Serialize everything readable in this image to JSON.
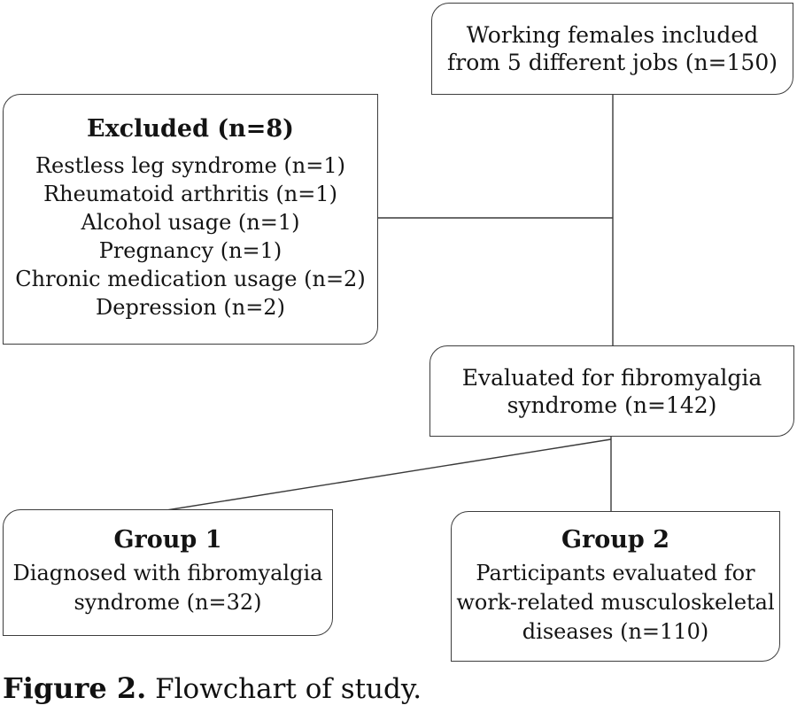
{
  "flowchart": {
    "top_box": {
      "lines": [
        "Working females included",
        "from 5 different jobs (n=150)"
      ]
    },
    "excluded_box": {
      "title": "Excluded (n=8)",
      "items": [
        "Restless leg syndrome (n=1)",
        "Rheumatoid arthritis (n=1)",
        "Alcohol usage (n=1)",
        "Pregnancy (n=1)",
        "Chronic medication usage (n=2)",
        "Depression (n=2)"
      ]
    },
    "evaluated_box": {
      "lines": [
        "Evaluated for fibromyalgia",
        "syndrome (n=142)"
      ]
    },
    "group1_box": {
      "title": "Group 1",
      "lines": [
        "Diagnosed with fibromyalgia",
        "syndrome (n=32)"
      ]
    },
    "group2_box": {
      "title": "Group 2",
      "lines": [
        "Participants evaluated for",
        "work-related musculoskeletal",
        "diseases (n=110)"
      ]
    }
  },
  "caption": {
    "label": "Figure 2.",
    "text": " Flowchart of study."
  },
  "colors": {
    "border": "#3d3d3d",
    "line": "#3a3a3a",
    "text": "#141414",
    "background": "#ffffff"
  }
}
